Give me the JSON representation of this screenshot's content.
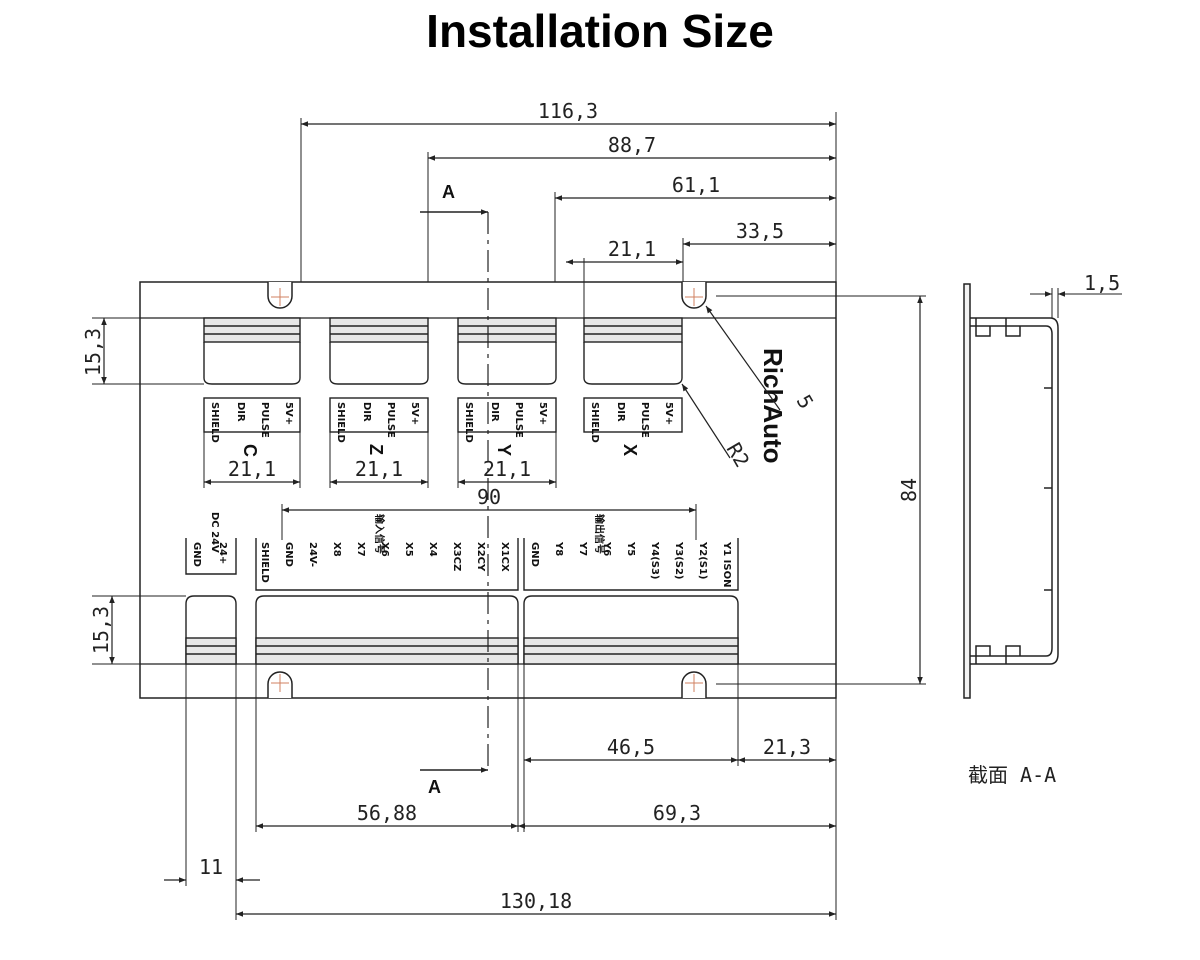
{
  "title": "Installation Size",
  "brand": "RichAuto",
  "section_marker": "A",
  "section_caption": "截面 A-A",
  "dimensions": {
    "top_overall": "116,3",
    "top_2": "88,7",
    "top_3": "61,1",
    "top_4": "33,5",
    "top_5": "21,1",
    "right_height": "84",
    "left_upper": "15,3",
    "left_lower": "15,3",
    "axis_spacing_1": "21,1",
    "axis_spacing_2": "21,1",
    "axis_spacing_3": "21,1",
    "input_span": "90",
    "bottom_right_1": "46,5",
    "bottom_right_2": "21,3",
    "bottom_left": "56,88",
    "bottom_right_3": "69,3",
    "bottom_small": "11",
    "bottom_overall": "130,18",
    "slot_radius": "5",
    "corner_radius": "R2",
    "profile_thickness": "1,5"
  },
  "axis_labels": [
    "C",
    "Z",
    "Y",
    "X"
  ],
  "axis_pins": [
    "SHIELD",
    "DIR",
    "PULSE",
    "5V+"
  ],
  "power_header": "DC 24V",
  "power_pins": [
    "GND",
    "24+"
  ],
  "input_header": "输入信号",
  "input_pins": [
    "SHIELD",
    "GND",
    "24V-",
    "X8",
    "X7",
    "X6",
    "X5",
    "X4",
    "X3CZ",
    "X2CY",
    "X1CX"
  ],
  "output_header": "输出信号",
  "output_pins": [
    "GND",
    "Y8",
    "Y7",
    "Y6",
    "Y5",
    "Y4(S3)",
    "Y3(S2)",
    "Y2(S1)",
    "Y1 ISON"
  ]
}
